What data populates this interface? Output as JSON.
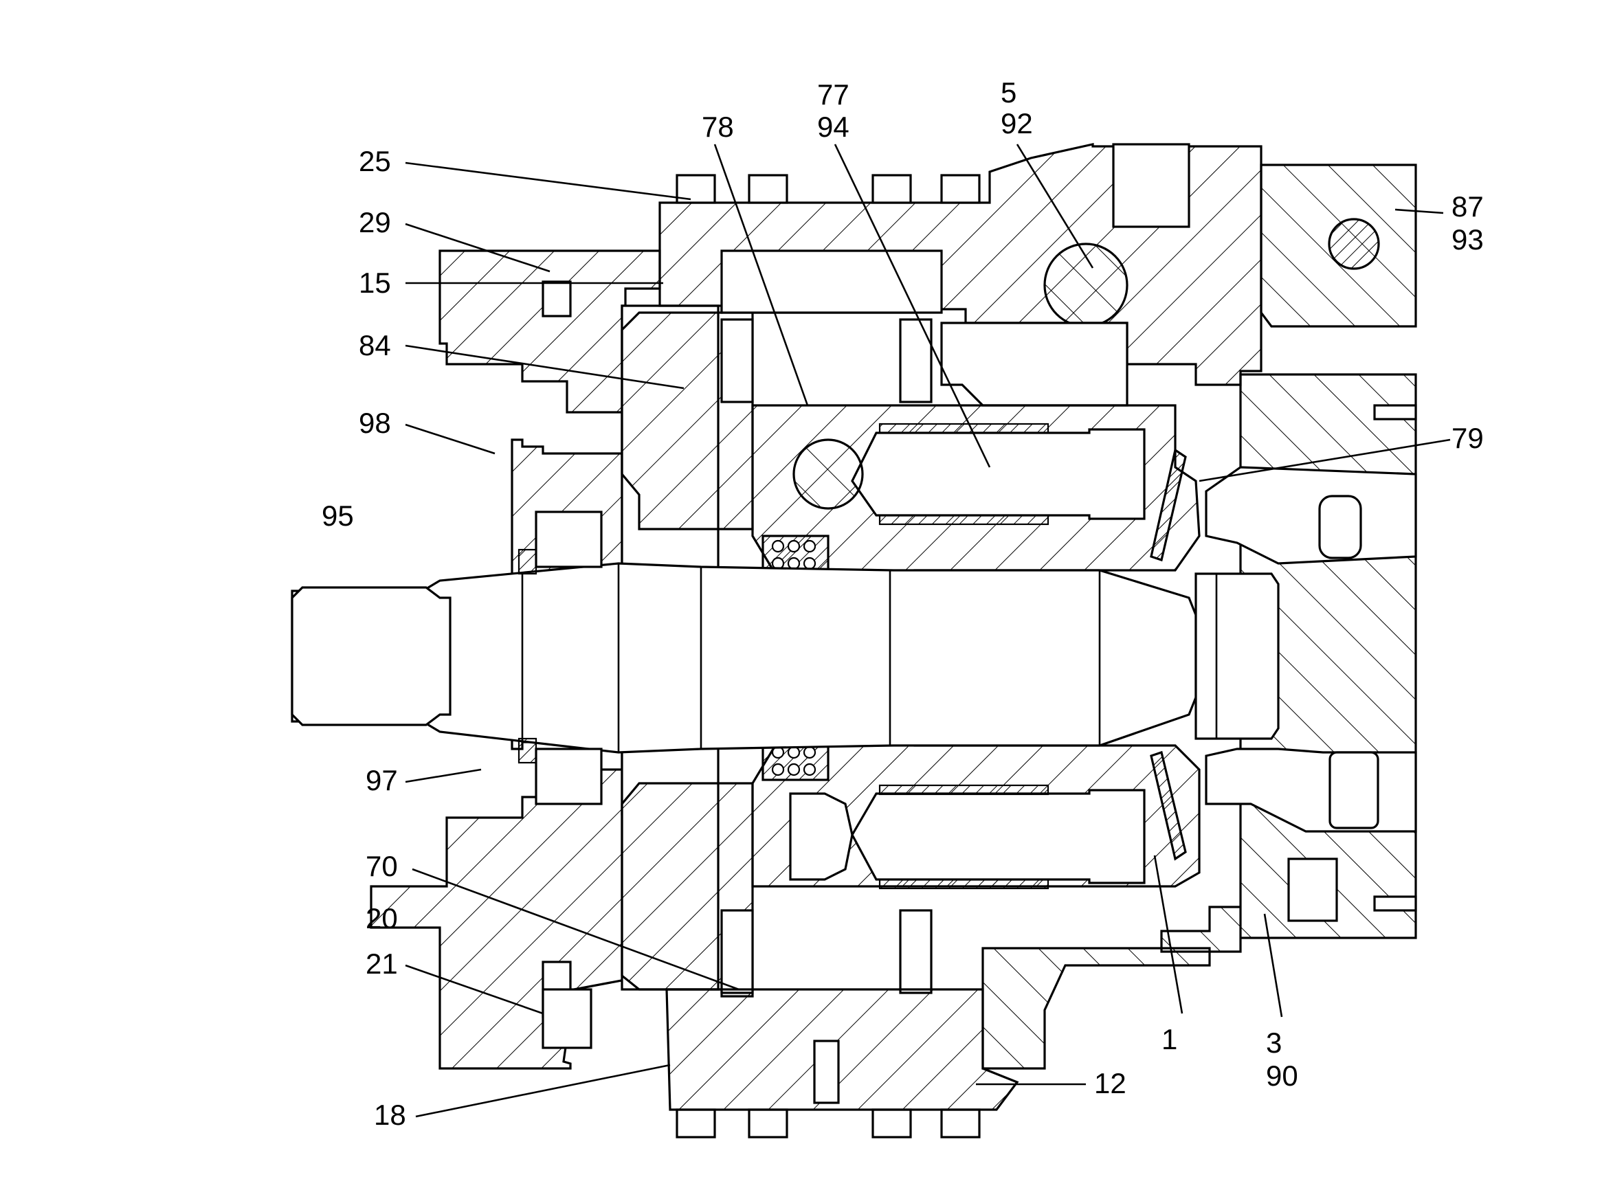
{
  "colors": {
    "line": "#000000",
    "background": "#ffffff"
  },
  "callouts": {
    "c25": "25",
    "c29": "29",
    "c15": "15",
    "c84": "84",
    "c98": "98",
    "c95": "95",
    "c97": "97",
    "c70": "70",
    "c20": "20",
    "c21": "21",
    "c18": "18",
    "c78": "78",
    "c77": "77",
    "c94": "94",
    "c5": "5",
    "c92": "92",
    "c87": "87",
    "c93": "93",
    "c79": "79",
    "c1": "1",
    "c3": "3",
    "c90": "90",
    "c12": "12"
  }
}
